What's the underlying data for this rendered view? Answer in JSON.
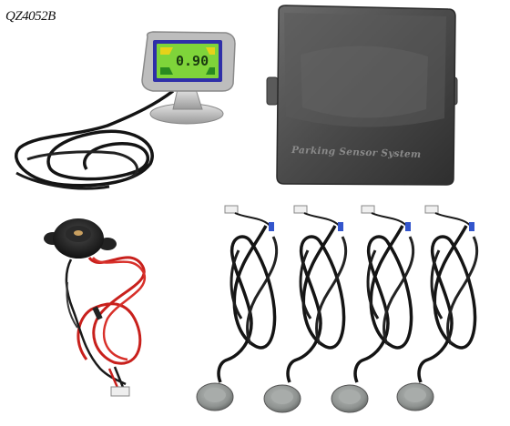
{
  "model_code": "QZ4052B",
  "display": {
    "readout": "0.90"
  },
  "control_box": {
    "label": "Parking Sensor System"
  },
  "sensors": {
    "count": 4
  },
  "colors": {
    "lcd_green": "#7fd43a",
    "lcd_yellow": "#e6d21a",
    "lcd_frame": "#3a3bb0",
    "control_box": "#4a4a4a",
    "sensor_gray": "#9a9e9c",
    "cable_black": "#141414",
    "wire_red": "#c8201c"
  }
}
